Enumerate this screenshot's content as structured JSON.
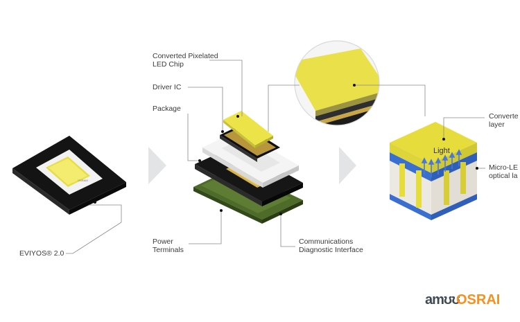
{
  "labels": {
    "converted_chip": "Converted Pixelated\nLED Chip",
    "driver_ic": "Driver IC",
    "package": "Package",
    "eviyos": "EVIYOS® 2.0",
    "power_terminals": "Power\nTerminals",
    "comm_interface": "Communications\nDiagnostic Interface",
    "converter_layer": "Converte\nlayer",
    "micro_led": "Micro-LE\noptical la",
    "light": "Light"
  },
  "brand": {
    "am": "amʊʊ",
    "osram": "OSRAI"
  },
  "colors": {
    "phosphor_yellow": "#e8e24a",
    "arrow_grey": "#e2e4e6",
    "pcb_green": "#4e6b2a",
    "led_blue": "#3a6fd0",
    "osram_orange": "#f7901e"
  }
}
